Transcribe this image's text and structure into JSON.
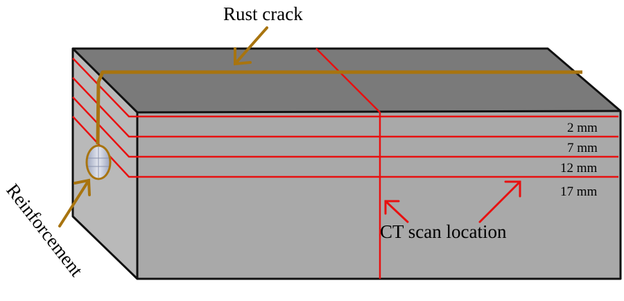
{
  "labels": {
    "rust_crack": "Rust crack",
    "reinforcement": "Reinforcement",
    "ct_scan_location": "CT scan location"
  },
  "depths": [
    "2 mm",
    "7 mm",
    "12 mm",
    "17 mm"
  ],
  "colors": {
    "top_face": "#7a7a7a",
    "front_face": "#a9a9a9",
    "side_face": "#b9b9b9",
    "edge": "#111111",
    "scan_line": "#e81010",
    "crack": "#a8740f",
    "rebar": "#c9cede"
  }
}
